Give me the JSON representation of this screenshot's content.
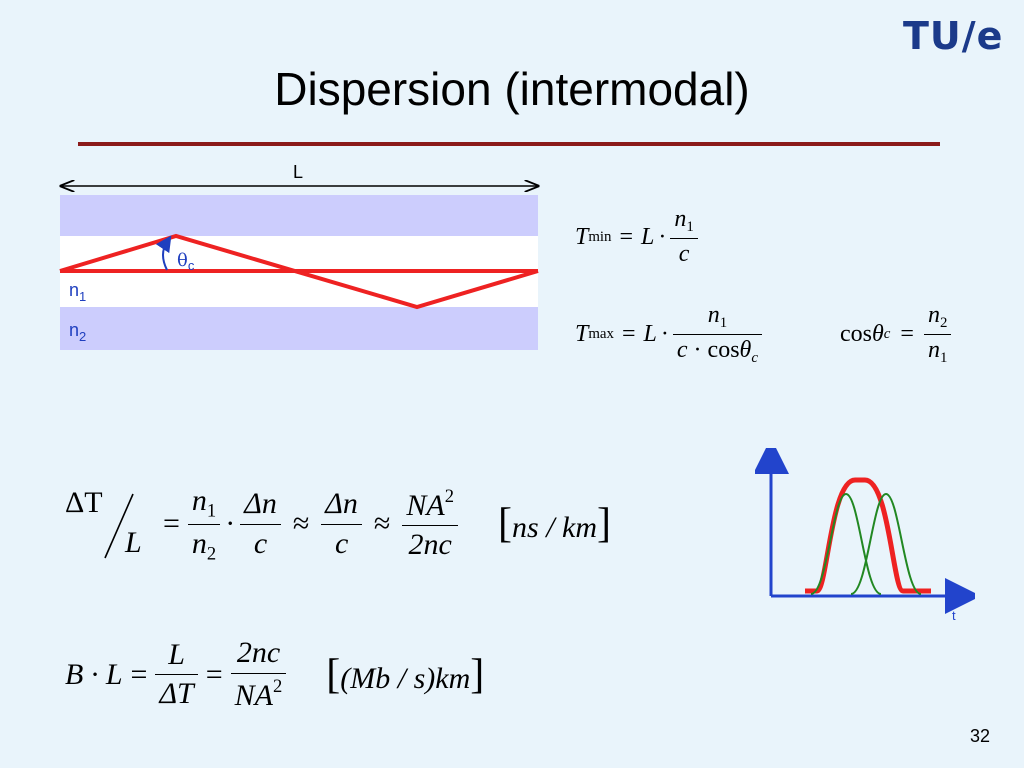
{
  "header": {
    "logo_text": "TU/e",
    "title": "Dispersion (intermodal)"
  },
  "fiber_diagram": {
    "length_label": "L",
    "angle_label": "θ",
    "angle_sub": "c",
    "core_label": "n",
    "core_sub": "1",
    "cladding_label": "n",
    "cladding_sub": "2",
    "colors": {
      "cladding": "#cccdfd",
      "core": "#ffffff",
      "ray": "#ee2222",
      "angle": "#1f3fbf"
    }
  },
  "equations": {
    "tmin": {
      "T": "T",
      "sub": "min",
      "L": "L",
      "n": "n",
      "n_sub": "1",
      "c": "c"
    },
    "tmax": {
      "T": "T",
      "sub": "max",
      "L": "L",
      "n": "n",
      "n_sub": "1",
      "c": "c",
      "cos": "cos",
      "theta": "θ",
      "theta_sub": "c"
    },
    "cos_theta": {
      "cos": "cos",
      "theta": "θ",
      "theta_sub": "c",
      "num": "n",
      "num_sub": "2",
      "den": "n",
      "den_sub": "1"
    },
    "delta_t": {
      "lhs_top": "ΔT",
      "lhs_bottom": "L",
      "f1_num": "n",
      "f1_num_sub": "1",
      "f1_den": "n",
      "f1_den_sub": "2",
      "f2_num": "Δn",
      "f2_den": "c",
      "f3_num": "Δn",
      "f3_den": "c",
      "f4_num": "NA",
      "f4_num_sup": "2",
      "f4_den": "2nc",
      "unit": "ns / km"
    },
    "bl": {
      "lhs": "B · L",
      "f1_num": "L",
      "f1_den": "ΔT",
      "f2_num": "2nc",
      "f2_den": "NA",
      "f2_den_sup": "2",
      "unit": "(Mb / s)km"
    }
  },
  "pulse_plot": {
    "axis_label": "t",
    "colors": {
      "axis": "#2244cc",
      "envelope": "#ee2222",
      "modes": "#228822"
    }
  },
  "footer": {
    "page_number": "32"
  }
}
